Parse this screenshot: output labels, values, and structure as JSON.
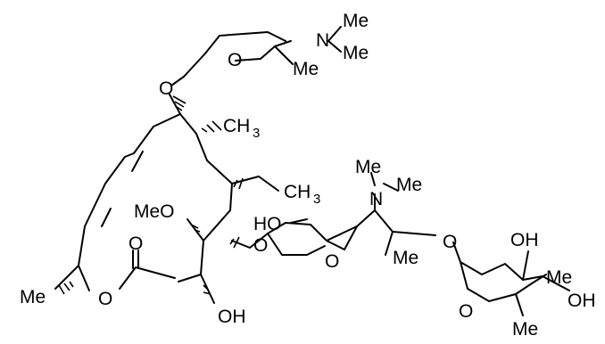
{
  "molecule": {
    "atom_labels": {
      "top_sugar": {
        "ring_o": "O",
        "nme2_n": "N",
        "nme2_me1": "Me",
        "nme2_me2": "Me",
        "c_me": "Me"
      },
      "glycosidic_o_top": "O",
      "ch3_top": "CH",
      "ch3_top_sub": "3",
      "ch3_ethyl": "CH",
      "ch3_ethyl_sub": "3",
      "meo": "MeO",
      "lactone_carbonyl_o": "O",
      "lactone_ring_o": "O",
      "me_left": "Me",
      "oh_bottom": "OH",
      "mid_sugar": {
        "ho": "HO",
        "ring_o": "O",
        "c_me": "Me",
        "nme2_n": "N",
        "nme2_me1": "Me",
        "nme2_me2": "Me"
      },
      "glycosidic_o_mid": "O",
      "glycosidic_o_right": "O",
      "right_sugar": {
        "ring_o": "O",
        "oh_top": "OH",
        "me_top": "Me",
        "oh_right": "OH",
        "me_bottom": "Me"
      }
    }
  }
}
